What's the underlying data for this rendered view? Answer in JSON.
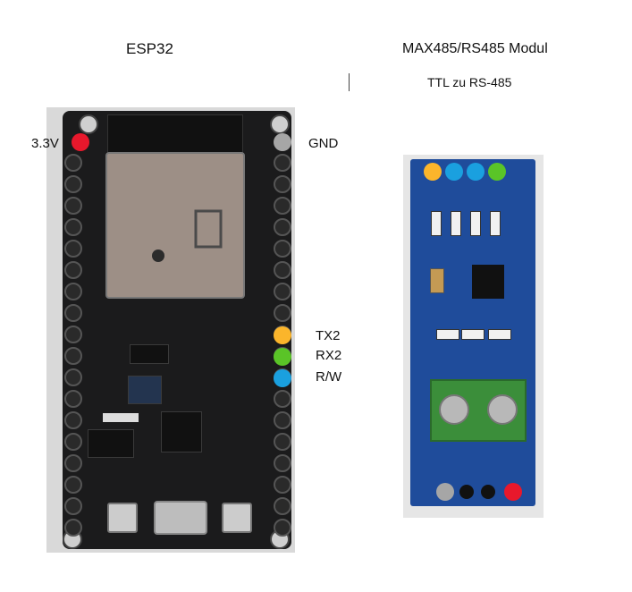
{
  "esp32": {
    "title": "ESP32",
    "labels": {
      "v33": "3.3V",
      "gnd": "GND",
      "tx2": "TX2",
      "rx2": "RX2",
      "rw": "R/W"
    }
  },
  "rs485": {
    "title": "MAX485/RS485 Modul",
    "subtitle": "TTL zu RS-485"
  },
  "colors": {
    "red": "#e8182c",
    "gray": "#a6a6a6",
    "orange": "#fbb52b",
    "green": "#5ac427",
    "blue": "#1aa0df"
  }
}
